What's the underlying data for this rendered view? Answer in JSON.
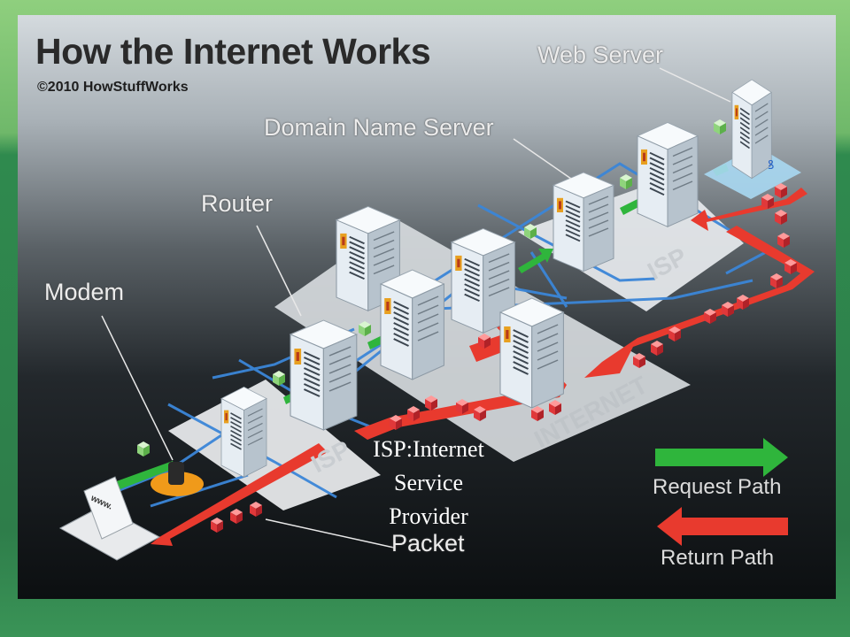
{
  "title": "How the Internet Works",
  "copyright": "©2010 HowStuffWorks",
  "labels": {
    "web_server": "Web Server",
    "domain_name_server": "Domain Name Server",
    "router": "Router",
    "modem": "Modem",
    "packet": "Packet"
  },
  "platforms": {
    "isp_right": "ISP",
    "internet": "INTERNET",
    "isp_left": "ISP"
  },
  "laptop_screen": "www.",
  "caption": {
    "line1": "ISP:Internet",
    "line2": "Service",
    "line3": "Provider"
  },
  "legend": {
    "request": "Request Path",
    "return": "Return Path"
  },
  "colors": {
    "request_path": "#2fb53c",
    "return_path": "#e83a2e",
    "network_line": "#3b86d8",
    "platform": "#e6e8ea",
    "server": "#dfe6ec",
    "accent": "#e8a020"
  }
}
